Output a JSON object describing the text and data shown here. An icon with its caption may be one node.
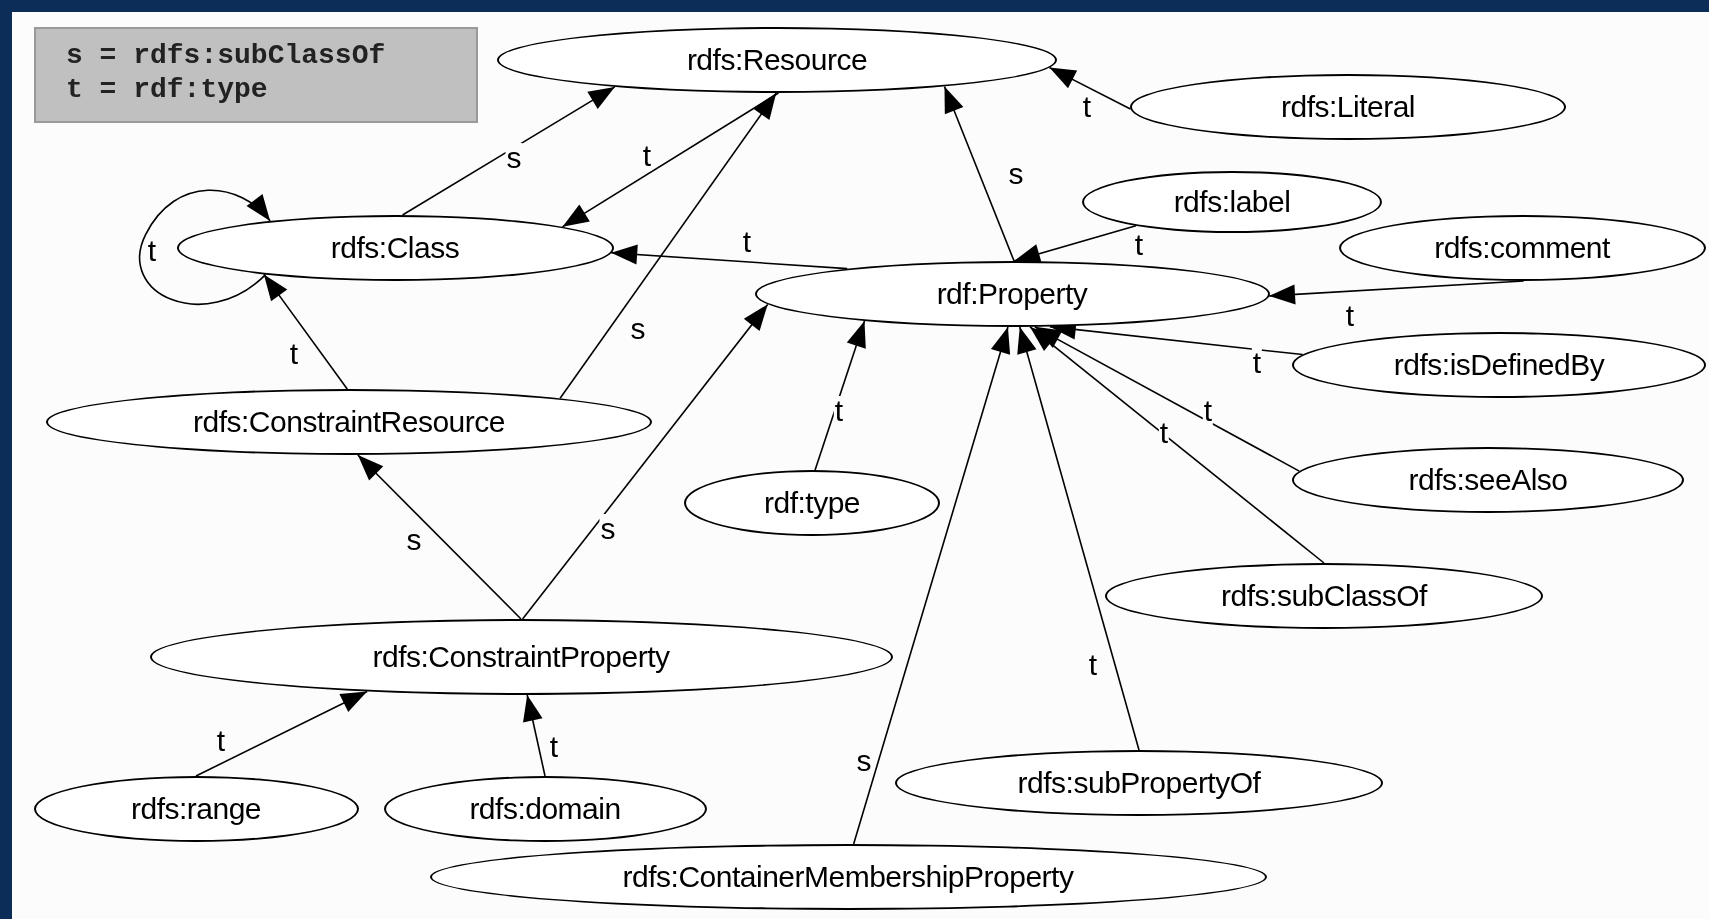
{
  "diagram": {
    "nodes": [
      {
        "text": [
          "rdfs:Resource"
        ]
      },
      {
        "text": [
          "rdfs:Literal"
        ]
      },
      {
        "text": [
          "rdfs:Class"
        ]
      },
      {
        "text": [
          "rdfs:label"
        ]
      },
      {
        "text": [
          "rdfs:comment"
        ]
      },
      {
        "text": [
          "rdf:Property"
        ]
      },
      {
        "text": [
          "rdfs:ConstraintResource"
        ]
      },
      {
        "text": [
          "rdfs:isDefinedBy"
        ]
      },
      {
        "text": [
          "rdf:type"
        ]
      },
      {
        "text": [
          "rdfs:seeAlso"
        ]
      },
      {
        "text": [
          "rdfs:subClassOf"
        ]
      },
      {
        "text": [
          "rdfs:ConstraintProperty"
        ]
      },
      {
        "text": [
          "rdfs:subPropertyOf"
        ]
      },
      {
        "text": [
          "rdfs:range"
        ]
      },
      {
        "text": [
          "rdfs:domain"
        ]
      },
      {
        "text": [
          "rdfs:ContainerMembershipProperty"
        ]
      }
    ],
    "edges": [
      {
        "from": 2,
        "to": 0,
        "arrow": "to",
        "label": "s"
      },
      {
        "from": 0,
        "to": 2,
        "arrow": "to",
        "label": "t"
      },
      {
        "from": 2,
        "to": 2,
        "arrow": "to",
        "label": "t"
      },
      {
        "from": 5,
        "to": 2,
        "arrow": "to",
        "label": "t"
      },
      {
        "from": 5,
        "to": 0,
        "arrow": "to",
        "label": "s"
      },
      {
        "from": 1,
        "to": 0,
        "arrow": "to",
        "label": "t"
      },
      {
        "from": 3,
        "to": 5,
        "arrow": "to",
        "label": "t"
      },
      {
        "from": 4,
        "to": 5,
        "arrow": "to",
        "label": "t"
      },
      {
        "from": 7,
        "to": 5,
        "arrow": "to",
        "label": "t"
      },
      {
        "from": 9,
        "to": 5,
        "arrow": "to",
        "label": "t"
      },
      {
        "from": 10,
        "to": 5,
        "arrow": "to",
        "label": "t"
      },
      {
        "from": 12,
        "to": 5,
        "arrow": "to",
        "label": "t"
      },
      {
        "from": 15,
        "to": 5,
        "arrow": "to",
        "label": "s"
      },
      {
        "from": 8,
        "to": 5,
        "arrow": "to",
        "label": "t"
      },
      {
        "from": 11,
        "to": 5,
        "arrow": "to",
        "label": "s"
      },
      {
        "from": 11,
        "to": 6,
        "arrow": "to",
        "label": "s"
      },
      {
        "from": 6,
        "to": 2,
        "arrow": "to",
        "label": "t"
      },
      {
        "from": 6,
        "to": 0,
        "arrow": "to",
        "label": "s"
      },
      {
        "from": 13,
        "to": 11,
        "arrow": "to",
        "label": "t"
      },
      {
        "from": 14,
        "to": 11,
        "arrow": "to",
        "label": "t"
      }
    ],
    "labels": [
      "s = rdfs:subClassOf",
      "t = rdf:type"
    ]
  }
}
